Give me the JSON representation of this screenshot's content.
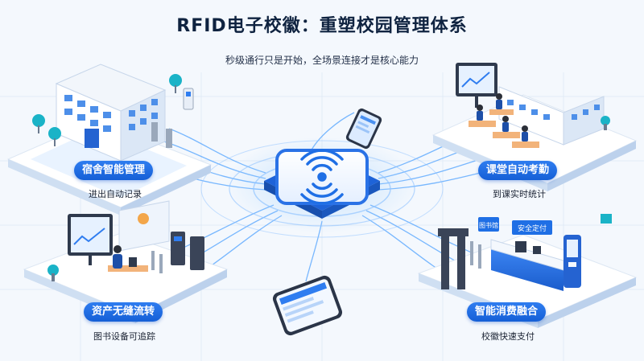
{
  "title": "RFID电子校徽：重塑校园管理体系",
  "subtitle": "秒级通行只是开始，全场景连接才是核心能力",
  "modules": [
    {
      "label": "宿舍智能管理",
      "caption": "进出自动记录"
    },
    {
      "label": "课堂自动考勤",
      "caption": "到课实时统计"
    },
    {
      "label": "资产无缝流转",
      "caption": "图书设备可追踪"
    },
    {
      "label": "智能消费融合",
      "caption": "校徽快速支付"
    }
  ],
  "signs": {
    "library": "图书馆",
    "security": "安全定付"
  },
  "colors": {
    "accent": "#1f6fe5",
    "title": "#0f2340",
    "platform": "#ffffff",
    "circuit": "#5aa8ff"
  },
  "icons": {
    "hub": "rfid-wave-icon",
    "phone_top": "smartphone-icon",
    "phone_bottom": "smartphone-icon"
  }
}
